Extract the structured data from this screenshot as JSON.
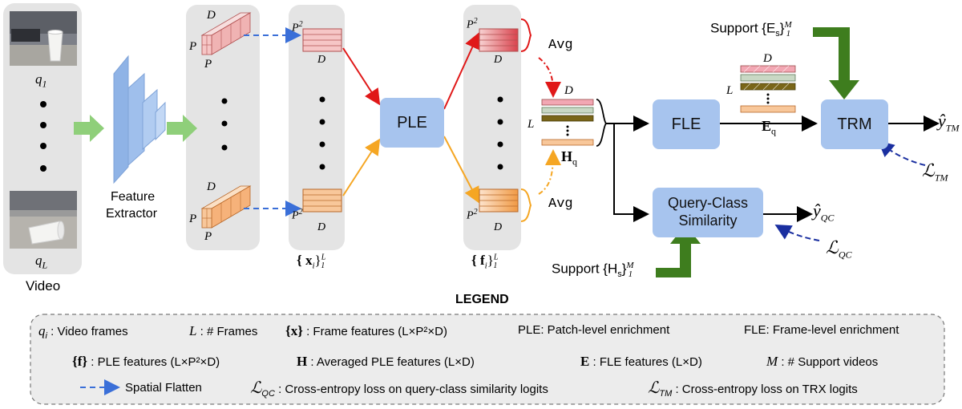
{
  "frames": {
    "query_first": "q",
    "query_first_sub": "1",
    "query_last": "q",
    "query_last_sub": "L",
    "video_label": "Video",
    "extractor_label_1": "Feature",
    "extractor_label_2": "Extractor"
  },
  "patch": {
    "D": "D",
    "P": "P",
    "P2": "P",
    "P2_sup": "2"
  },
  "blocks": {
    "ple": "PLE",
    "fle": "FLE",
    "trm": "TRM",
    "qcs_1": "Query-Class",
    "qcs_2": "Similarity",
    "avg": "Avg",
    "L": "L",
    "D": "D",
    "H": "H",
    "H_sub": "q",
    "E": "E",
    "E_sub": "q"
  },
  "set_labels": {
    "x": "{ x",
    "x_sub": "i",
    "x_close": "}",
    "x_sup": "L",
    "x_sub2": "1",
    "f": "{ f",
    "f_sub": "i",
    "f_close": "}",
    "f_sup": "L",
    "f_sub2": "1"
  },
  "support": {
    "E_label": "Support {E",
    "E_sub": "s",
    "E_close": "}",
    "E_sup": "M",
    "E_sub2": "1",
    "H_label": "Support {H",
    "H_sub": "s",
    "H_close": "}",
    "H_sup": "M",
    "H_sub2": "1"
  },
  "outputs": {
    "y_tm": "ŷ",
    "y_tm_sub": "TM",
    "y_qc": "ŷ",
    "y_qc_sub": "QC",
    "loss_tm": "ℒ",
    "loss_tm_sub": "TM",
    "loss_qc": "ℒ",
    "loss_qc_sub": "QC"
  },
  "legend": {
    "title": "LEGEND",
    "r1": [
      {
        "sym": "q",
        "sub": "i",
        "text": ": Video frames"
      },
      {
        "sym": "L",
        "text": ": # Frames"
      },
      {
        "sym": "{x}",
        "text": ": Frame features (L×P²×D)"
      },
      {
        "text": "PLE: Patch-level enrichment"
      },
      {
        "text": "FLE: Frame-level enrichment"
      }
    ],
    "r2": [
      {
        "sym": "{f}",
        "text": ": PLE features (L×P²×D)"
      },
      {
        "sym": "H",
        "text": ": Averaged PLE features (L×D)"
      },
      {
        "sym": "E",
        "text": ": FLE features (L×D)"
      },
      {
        "sym": "M",
        "text": ": # Support videos"
      }
    ],
    "r3": [
      {
        "text": "Spatial Flatten"
      },
      {
        "sym": "ℒ",
        "sub": "QC",
        "text": ": Cross-entropy loss on query-class similarity logits"
      },
      {
        "sym": "ℒ",
        "sub": "TM",
        "text": ": Cross-entropy loss on TRX logits"
      }
    ]
  },
  "colors": {
    "panel": "#e4e4e4",
    "ple_box": "#a7c4ee",
    "arrow_green": "#8fcf7a",
    "support_green": "#3e7d1e",
    "red": "#e01818",
    "orange": "#f5a623",
    "pink": "#f6c6c6",
    "peach": "#f8c79a",
    "dashed_blue": "#3a6fd8",
    "loss_blue": "#1a2fa0"
  }
}
